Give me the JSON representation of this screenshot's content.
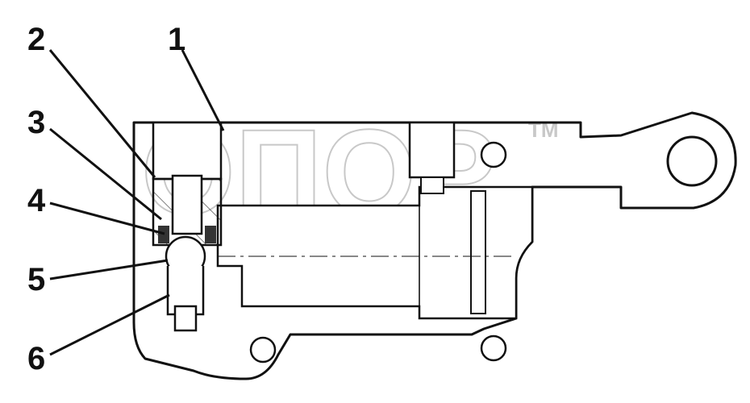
{
  "drawing": {
    "callouts": [
      "1",
      "2",
      "3",
      "4",
      "5",
      "6"
    ],
    "watermark": "ОПОР",
    "watermark_mark": "TM"
  }
}
